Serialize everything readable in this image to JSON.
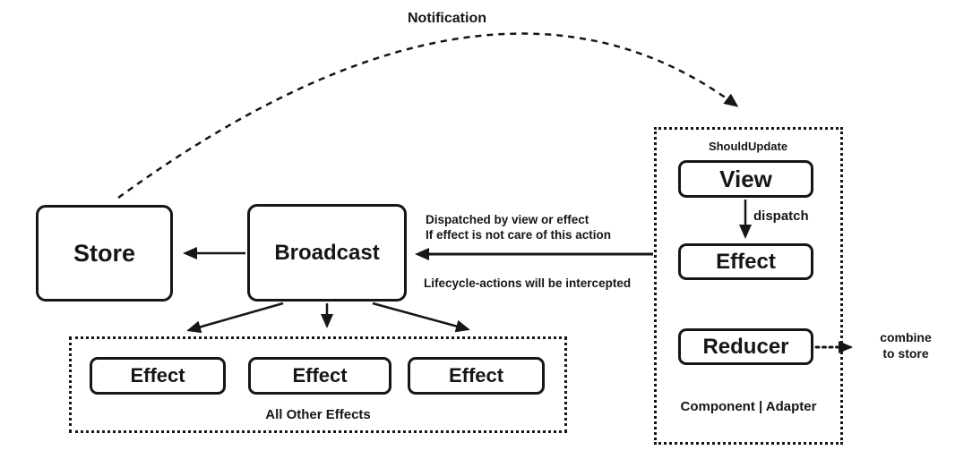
{
  "colors": {
    "ink": "#161616",
    "background": "#ffffff"
  },
  "diagram": {
    "notification_label": "Notification",
    "store": {
      "label": "Store"
    },
    "broadcast": {
      "label": "Broadcast"
    },
    "dispatch_note": {
      "line1": "Dispatched by view or effect",
      "line2": "If effect is not care of this action",
      "line3": "Lifecycle-actions will be intercepted"
    },
    "effects_group": {
      "label": "All Other Effects",
      "items": [
        "Effect",
        "Effect",
        "Effect"
      ]
    },
    "component_panel": {
      "should_update_label": "ShouldUpdate",
      "view": {
        "label": "View"
      },
      "dispatch_label": "dispatch",
      "effect": {
        "label": "Effect"
      },
      "reducer": {
        "label": "Reducer"
      },
      "combine_line1": "combine",
      "combine_line2": "to store",
      "title": "Component | Adapter"
    }
  }
}
